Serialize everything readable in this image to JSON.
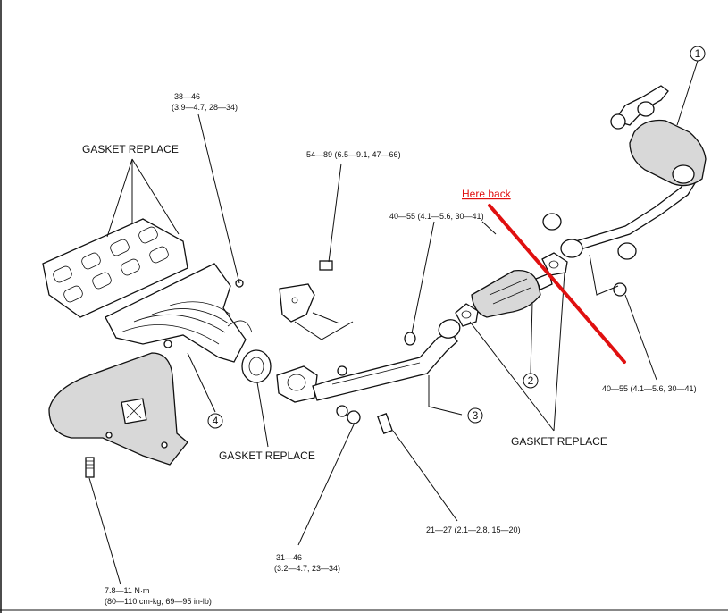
{
  "callouts": {
    "c1": "1",
    "c2": "2",
    "c3": "3",
    "c4": "4"
  },
  "labels": {
    "gasket_replace_manifold": "GASKET REPLACE",
    "gasket_replace_center": "GASKET REPLACE",
    "gasket_replace_converter": "GASKET REPLACE",
    "torque_top_left_1": "38—46",
    "torque_top_left_2": "(3.9—4.7, 28—34)",
    "torque_bracket": "54—89 (6.5—9.1, 47—66)",
    "torque_pipe_flange": "40—55 (4.1—5.6, 30—41)",
    "torque_right": "40—55 (4.1—5.6, 30—41)",
    "torque_bolt": "21—27 (2.1—2.8, 15—20)",
    "torque_nut_1": "31—46",
    "torque_nut_2": "(3.2—4.7, 23—34)",
    "torque_bottom_1": "7.8—11 N·m",
    "torque_bottom_2": "(80—110 cm-kg, 69—95 in-lb)"
  },
  "annotation": {
    "text": "Here back",
    "color": "#e01010"
  }
}
